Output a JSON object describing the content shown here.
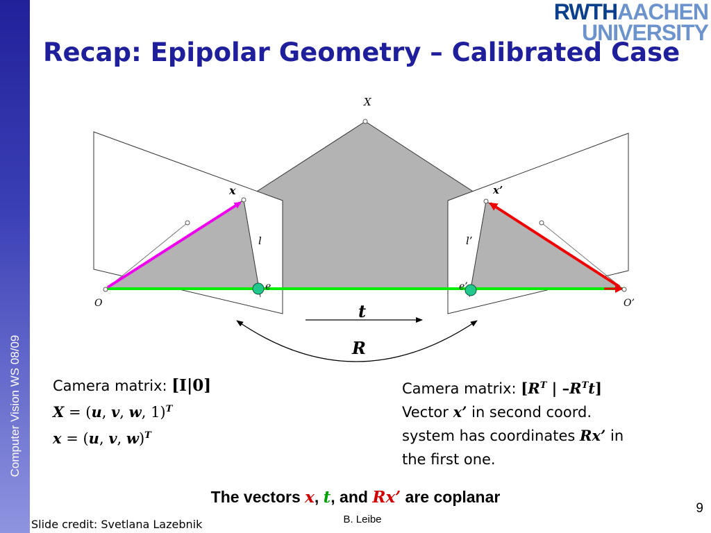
{
  "sidebar": {
    "text": "Computer Vision WS 08/09"
  },
  "logo": {
    "word1": "RWTH",
    "word2": "AACHEN",
    "word3": "UNIVERSITY"
  },
  "title": "Recap: Epipolar Geometry – Calibrated Case",
  "diagram": {
    "labels": {
      "X": "X",
      "x": "x",
      "x_prime": "x’",
      "l": "l",
      "l_prime": "l’",
      "e": "e",
      "e_prime": "e’",
      "O": "O",
      "O_prime": "O’",
      "t": "t",
      "R": "R"
    },
    "colors": {
      "plane_fill": "#b3b3b3",
      "plane_stroke": "#333333",
      "image_plane_fill": "#ffffff",
      "baseline": "#00ee00",
      "left_vector": "#ee00ee",
      "right_vector": "#ee0000",
      "epipole": "#22c78e"
    }
  },
  "left_block": {
    "line1_text": "Camera matrix: ",
    "line1_math": "[I|0]",
    "line2": [
      "X",
      " = (",
      "u",
      ", ",
      "v",
      ", ",
      "w",
      ", 1)",
      "T"
    ],
    "line3": [
      "x",
      " = (",
      "u",
      ", ",
      "v",
      ", ",
      "w",
      ")",
      "T"
    ]
  },
  "right_block": {
    "line1_text": "Camera matrix: ",
    "line1_math": [
      "[",
      "R",
      "T",
      " | –",
      "R",
      "T",
      "t",
      "]"
    ],
    "line2_pre": "Vector ",
    "line2_math": "x’",
    "line2_post": " in second coord.",
    "line3_pre": "system has coordinates ",
    "line3_math": "Rx’",
    "line3_post": " in",
    "line4": "the first one."
  },
  "coplanar": {
    "pre": "The vectors ",
    "x": "x",
    "sep1": ", ",
    "t": "t",
    "sep2": ", and ",
    "rx": "Rx’",
    "post": " are coplanar",
    "colors": {
      "x": "#d00000",
      "t": "#00a000",
      "rx": "#d00000"
    }
  },
  "slide_number": "9",
  "author": "B. Leibe",
  "credit": "Slide credit: Svetlana Lazebnik"
}
